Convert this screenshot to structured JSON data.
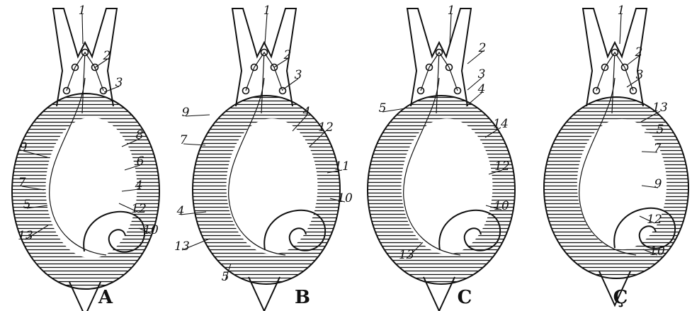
{
  "panels": [
    {
      "letter": "A",
      "labels": [
        {
          "text": "1"
        },
        {
          "text": "2"
        },
        {
          "text": "3"
        },
        {
          "text": "4"
        },
        {
          "text": "5"
        },
        {
          "text": "6"
        },
        {
          "text": "7"
        },
        {
          "text": "8"
        },
        {
          "text": "9"
        },
        {
          "text": "10"
        },
        {
          "text": "12"
        },
        {
          "text": "13"
        }
      ]
    },
    {
      "letter": "B",
      "labels": [
        {
          "text": "1"
        },
        {
          "text": "2"
        },
        {
          "text": "3"
        },
        {
          "text": "4"
        },
        {
          "text": "12"
        },
        {
          "text": "9"
        },
        {
          "text": "7"
        },
        {
          "text": "11"
        },
        {
          "text": "10"
        },
        {
          "text": "4"
        },
        {
          "text": "13"
        },
        {
          "text": "5"
        }
      ]
    },
    {
      "letter": "C",
      "labels": [
        {
          "text": "1"
        },
        {
          "text": "2"
        },
        {
          "text": "3"
        },
        {
          "text": "4"
        },
        {
          "text": "5"
        },
        {
          "text": "14"
        },
        {
          "text": "12"
        },
        {
          "text": "10"
        },
        {
          "text": "13"
        }
      ]
    },
    {
      "letter": "Ç",
      "labels": [
        {
          "text": "1"
        },
        {
          "text": "2"
        },
        {
          "text": "3"
        },
        {
          "text": "13"
        },
        {
          "text": "5"
        },
        {
          "text": "7"
        },
        {
          "text": "9"
        },
        {
          "text": "12"
        },
        {
          "text": "10"
        }
      ]
    }
  ]
}
